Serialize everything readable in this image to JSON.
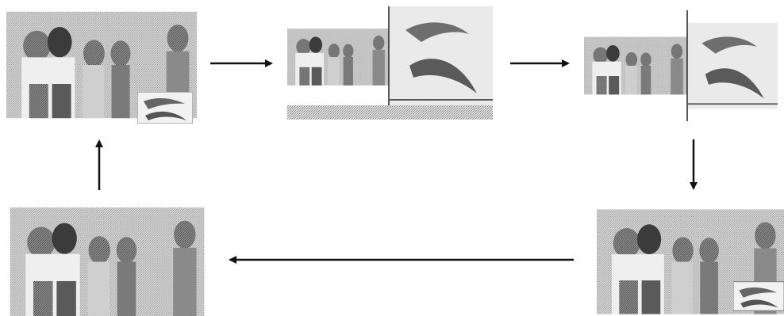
{
  "diagram": {
    "frames": [
      {
        "id": "frame-1",
        "content": "people-with-dolphin-inset"
      },
      {
        "id": "frame-2",
        "content": "split-people-dolphins"
      },
      {
        "id": "frame-3",
        "content": "split-people-dolphins-zoomed"
      },
      {
        "id": "frame-4",
        "content": "people-with-dolphin-inset"
      },
      {
        "id": "frame-5",
        "content": "people-full"
      }
    ],
    "arrows": [
      "frame-1-to-frame-2",
      "frame-2-to-frame-3",
      "frame-3-to-frame-4",
      "frame-4-to-frame-5",
      "frame-5-to-frame-1"
    ],
    "colors": {
      "ink": "#111111",
      "photo_light": "#e6e6e6",
      "photo_mid": "#bdbdbd",
      "photo_dark": "#6a6a6a"
    }
  }
}
